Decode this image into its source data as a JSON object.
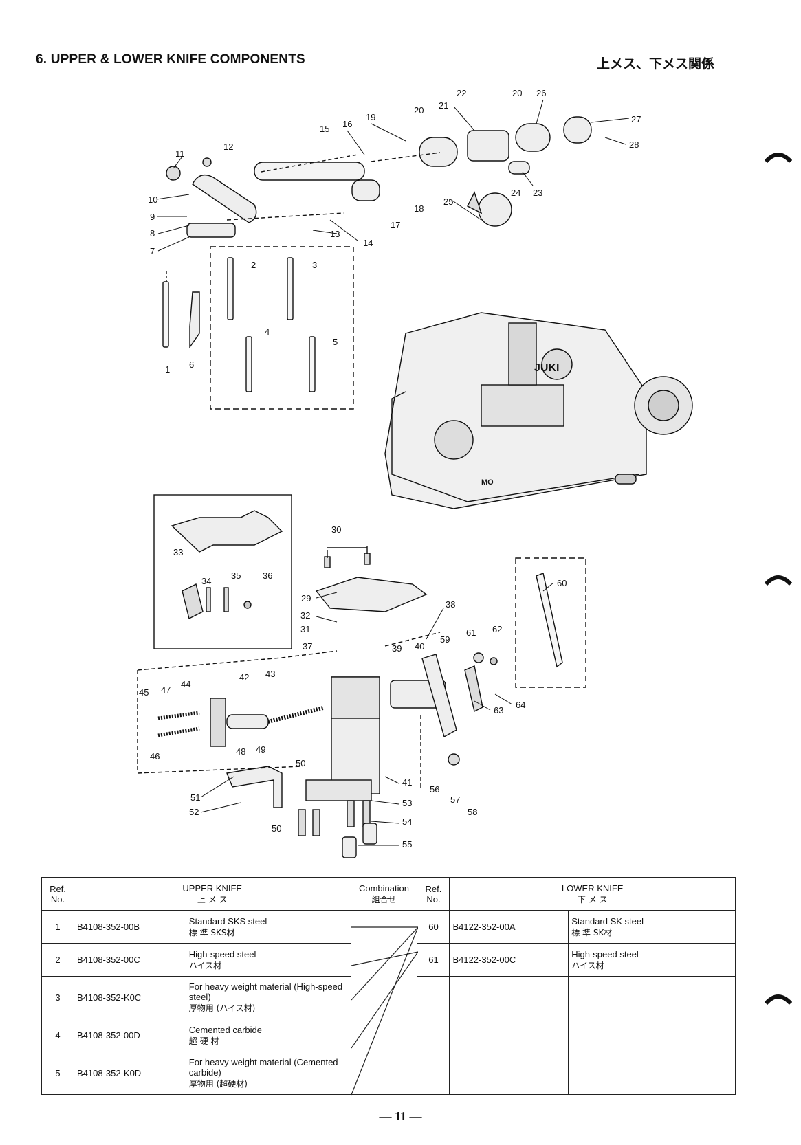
{
  "header": {
    "title_en": "6. UPPER & LOWER KNIFE COMPONENTS",
    "title_jp": "上メス、下メス関係"
  },
  "figure": {
    "labels": [
      "1",
      "2",
      "3",
      "4",
      "5",
      "6",
      "7",
      "8",
      "9",
      "10",
      "11",
      "12",
      "13",
      "14",
      "15",
      "16",
      "17",
      "18",
      "19",
      "20",
      "20",
      "21",
      "22",
      "23",
      "24",
      "25",
      "26",
      "27",
      "28",
      "29",
      "30",
      "31",
      "32",
      "33",
      "34",
      "35",
      "36",
      "37",
      "38",
      "39",
      "40",
      "41",
      "42",
      "43",
      "44",
      "45",
      "46",
      "47",
      "48",
      "49",
      "50",
      "50",
      "51",
      "52",
      "53",
      "54",
      "55",
      "56",
      "57",
      "58",
      "59",
      "60",
      "61",
      "62",
      "63",
      "64"
    ],
    "brand_logo": "JUKI",
    "machine_plate": "MO"
  },
  "table": {
    "ref_header": "Ref.",
    "no_header": "No.",
    "upper_title": "UPPER KNIFE",
    "upper_title_jp": "上 メ ス",
    "combination": "Combination",
    "combination_jp": "組合せ",
    "lower_title": "LOWER KNIFE",
    "lower_title_jp": "下 メ ス",
    "upper_rows": [
      {
        "ref": "1",
        "part": "B4108-352-00B",
        "desc": "Standard SKS steel",
        "desc_jp": "標 準 SKS材"
      },
      {
        "ref": "2",
        "part": "B4108-352-00C",
        "desc": "High-speed steel",
        "desc_jp": "ハイス材"
      },
      {
        "ref": "3",
        "part": "B4108-352-K0C",
        "desc": "For heavy weight material (High-speed steel)",
        "desc_jp": "厚物用 (ハイス材)"
      },
      {
        "ref": "4",
        "part": "B4108-352-00D",
        "desc": "Cemented carbide",
        "desc_jp": "超 硬 材"
      },
      {
        "ref": "5",
        "part": "B4108-352-K0D",
        "desc": "For heavy weight material (Cemented carbide)",
        "desc_jp": "厚物用 (超硬材)"
      }
    ],
    "lower_rows": [
      {
        "ref": "60",
        "part": "B4122-352-00A",
        "desc": "Standard SK steel",
        "desc_jp": "標 準 SK材"
      },
      {
        "ref": "61",
        "part": "B4122-352-00C",
        "desc": "High-speed steel",
        "desc_jp": "ハイス材"
      }
    ]
  },
  "footer": {
    "page_number": "— 11 —"
  }
}
